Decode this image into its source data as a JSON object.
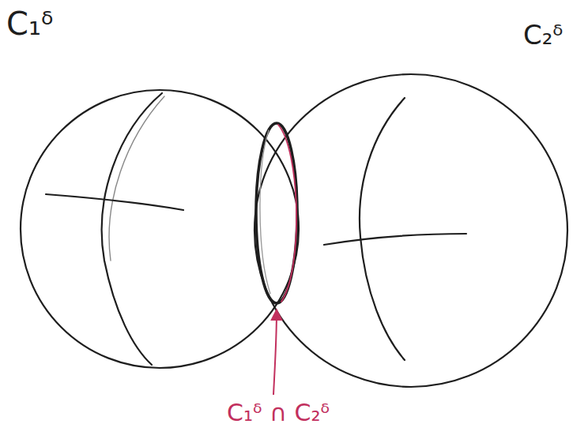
{
  "diagram": {
    "labels": [
      "C₁ᵟ",
      "C₂ᵟ",
      "C₁ᵟ ∩ C₂ᵟ"
    ]
  }
}
